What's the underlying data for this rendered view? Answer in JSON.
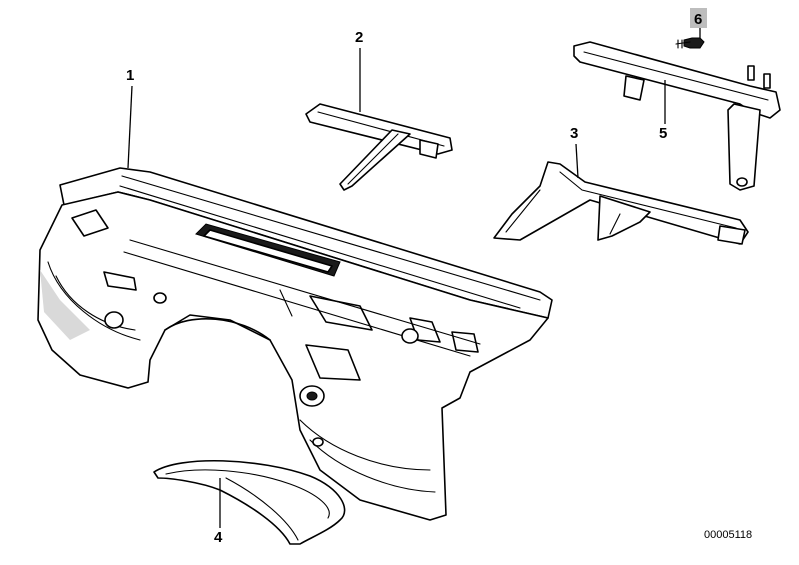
{
  "diagram": {
    "callouts": [
      {
        "id": "1",
        "label": "1"
      },
      {
        "id": "2",
        "label": "2"
      },
      {
        "id": "3",
        "label": "3"
      },
      {
        "id": "4",
        "label": "4"
      },
      {
        "id": "5",
        "label": "5"
      },
      {
        "id": "6",
        "label": "6"
      }
    ],
    "document_number": "00005118",
    "highlight_color": "#bdbdbd",
    "line_color": "#000000",
    "background_color": "#ffffff"
  }
}
